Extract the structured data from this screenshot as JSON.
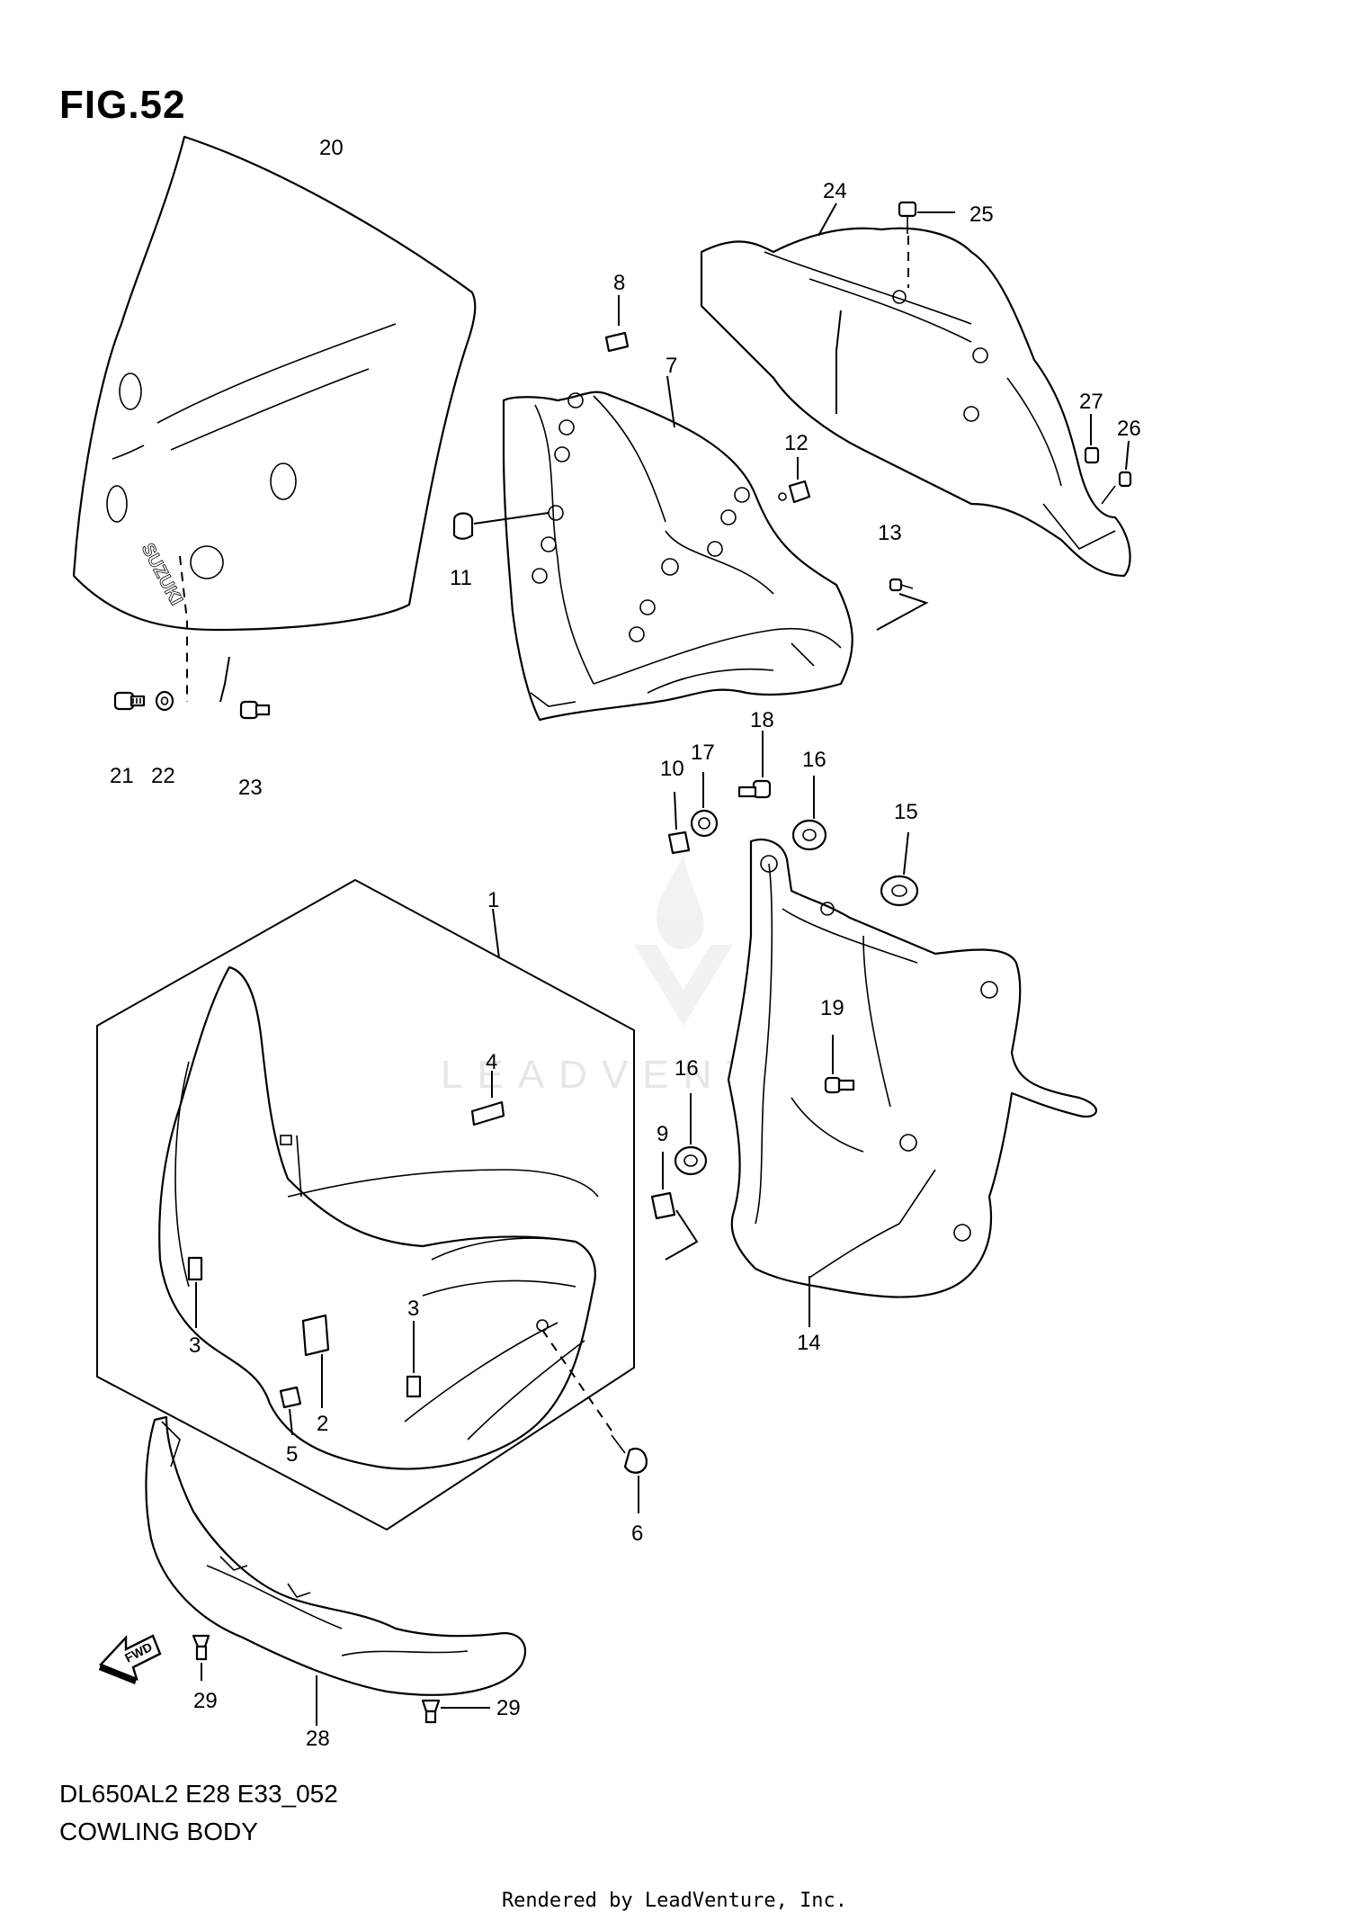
{
  "figure": {
    "title": "FIG.52",
    "model_code": "DL650AL2 E28 E33_052",
    "caption": "COWLING BODY",
    "render_credit": "Rendered by LeadVenture, Inc.",
    "watermark": "LEADVENTURE",
    "fwd_label": "FWD",
    "windscreen_logo": "SUZUKI"
  },
  "callouts": [
    "1",
    "2",
    "3",
    "3",
    "4",
    "5",
    "6",
    "7",
    "8",
    "9",
    "10",
    "11",
    "12",
    "13",
    "14",
    "15",
    "16",
    "16",
    "17",
    "18",
    "19",
    "20",
    "21",
    "22",
    "23",
    "24",
    "25",
    "26",
    "27",
    "28",
    "29",
    "29"
  ]
}
